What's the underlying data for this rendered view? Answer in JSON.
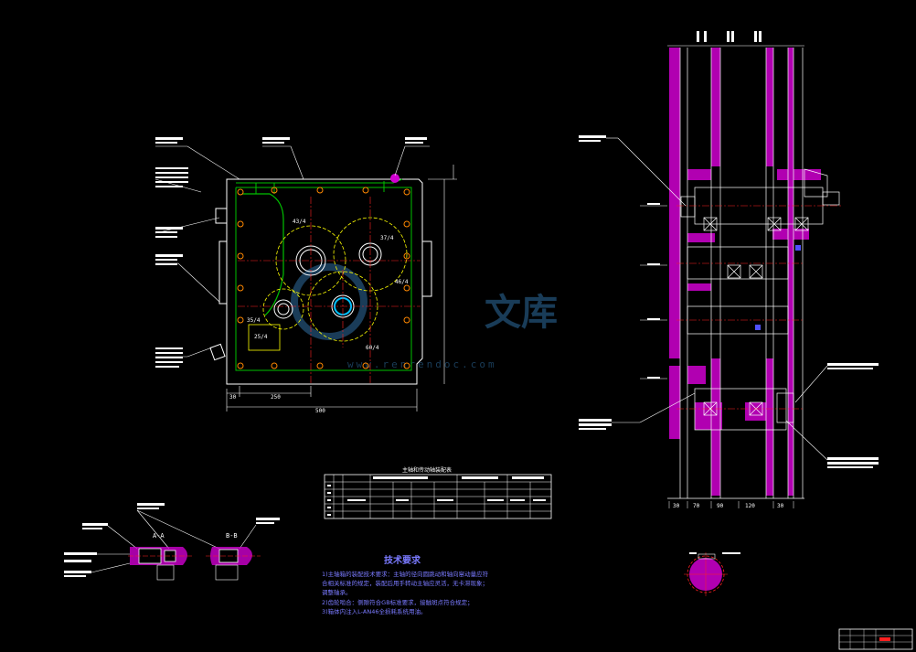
{
  "gearbox": {
    "gear_labels": [
      "43/4",
      "37/4",
      "46/4",
      "60/4",
      "35/4",
      "25/4"
    ],
    "dimensions": [
      "500",
      "250",
      "30"
    ]
  },
  "sections": {
    "aa_title": "A-A",
    "bb_title": "B-B"
  },
  "table": {
    "title": "主轴和传动轴装配表"
  },
  "tech": {
    "title": "技术要求",
    "lines": [
      "1)主轴箱的装配技术要求：主轴的径向圆跳动和轴向窜动量应符",
      "合相关标准的规定，装配后用手转动主轴应灵活，无卡滞现象；",
      "调整轴承。",
      "2)齿轮啮合：侧隙符合GB标准要求，接触斑点符合规定；",
      "3)箱体内注入L-AN46全损耗系统用油。"
    ]
  },
  "right_dims": [
    "30",
    "70",
    "90",
    "120",
    "30"
  ],
  "watermark": {
    "text": "文库",
    "url": "www.renrendoc.com"
  },
  "colors": {
    "line": "#ffffff",
    "magenta": "#d000d0",
    "green": "#00c000",
    "yellow": "#ffff00",
    "red": "#ff2020",
    "cyan": "#00c0ff",
    "blue": "#5050ff"
  }
}
